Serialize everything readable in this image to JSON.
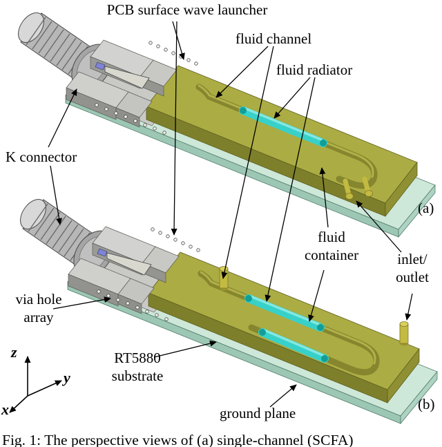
{
  "figure": {
    "caption": "Fig. 1: The perspective views of (a) single-channel (SCFA)",
    "panels": {
      "a": "(a)",
      "b": "(b)"
    },
    "labels": {
      "pcb_launcher": "PCB surface wave launcher",
      "fluid_channel": "fluid channel",
      "fluid_radiator": "fluid radiator",
      "k_connector": "K connector",
      "fluid_container": "fluid\ncontainer",
      "inlet_outlet": "inlet/\noutlet",
      "via_hole_array": "via hole\narray",
      "rt5880_substrate": "RT5880\nsubstrate",
      "ground_plane": "ground plane"
    },
    "axes": {
      "x": "x",
      "y": "y",
      "z": "z"
    },
    "colors": {
      "container_top": "#abac43",
      "container_front": "#7e7f2b",
      "substrate_top": "#cde7d8",
      "substrate_front": "#9cc7b4",
      "radiator": "#38d1ca",
      "channel": "#85862e",
      "port": "#c3ba41",
      "metal_light": "#d2d3d0",
      "metal_dark": "#9a9b97",
      "text": "#111111",
      "background": "#ffffff"
    }
  }
}
